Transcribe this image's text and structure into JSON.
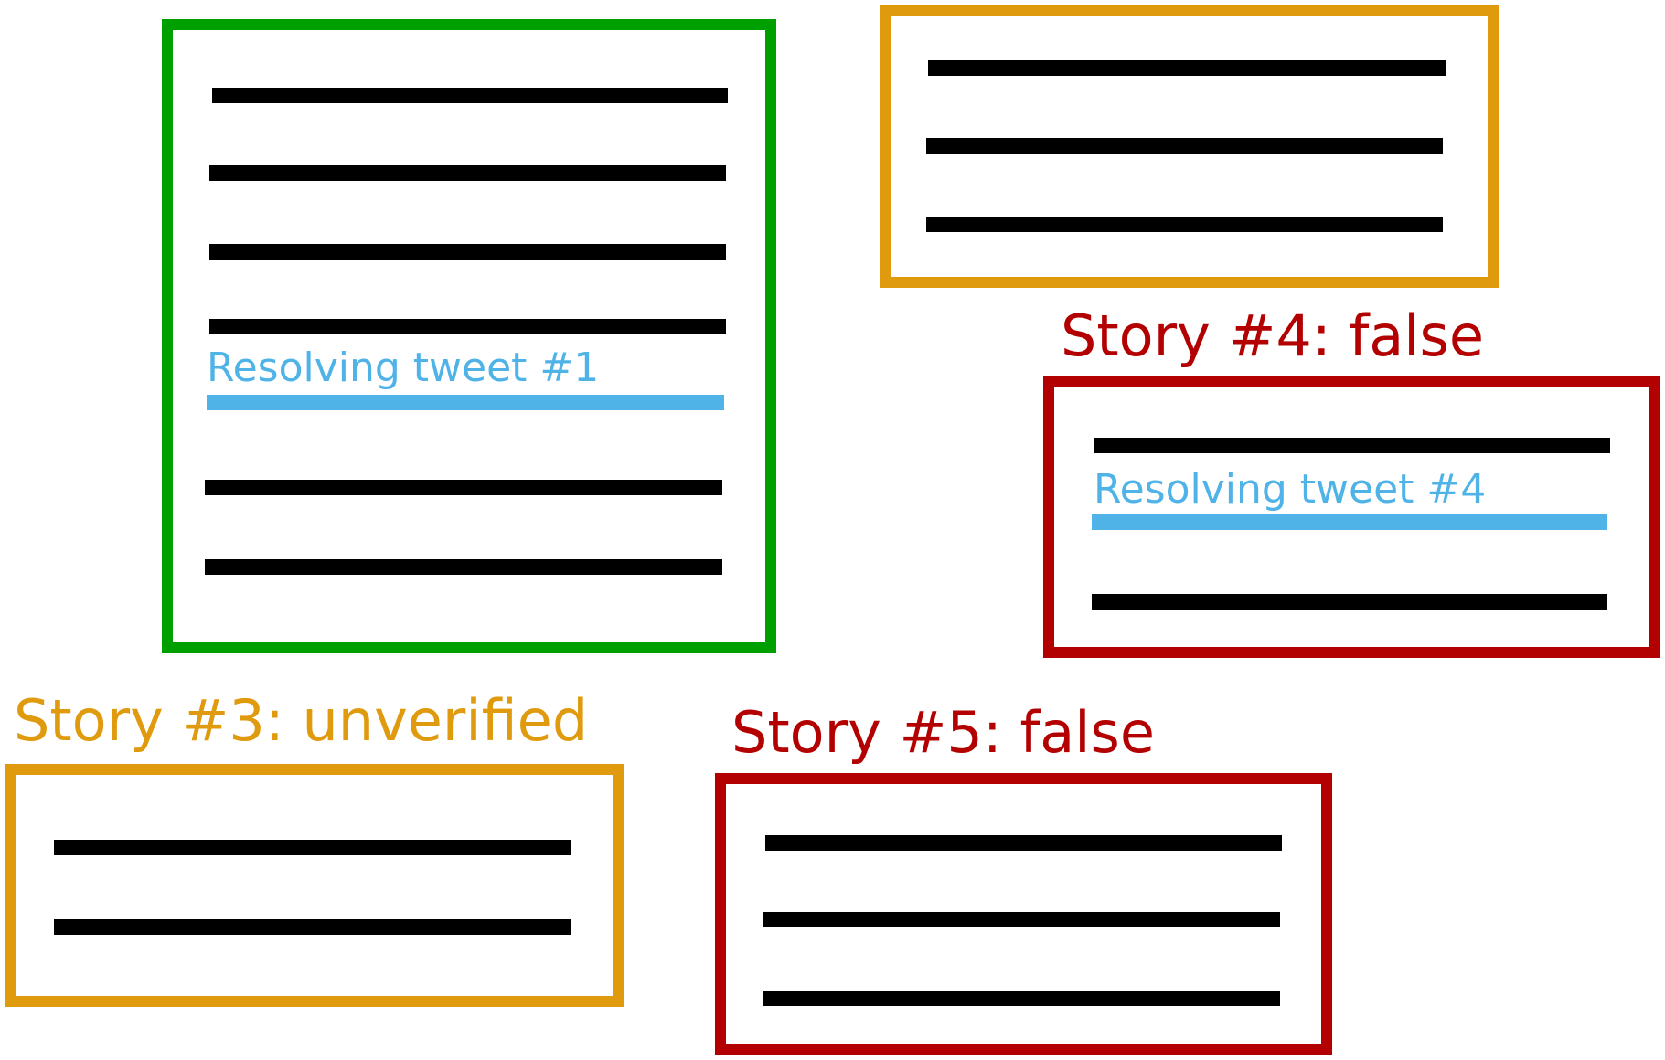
{
  "colors": {
    "true": "#009f00",
    "unverified": "#e09a0d",
    "false": "#b30000",
    "tweet": "#000000",
    "resolving_tweet": "#4fb3e8"
  },
  "stories": [
    {
      "id": "story-1",
      "verdict": "true",
      "label": "",
      "resolving_tweet_label": "Resolving tweet #1"
    },
    {
      "id": "story-2",
      "verdict": "unverified",
      "label": ""
    },
    {
      "id": "story-3",
      "verdict": "unverified",
      "label": "Story #3: unverified"
    },
    {
      "id": "story-4",
      "verdict": "false",
      "label": "Story #4: false",
      "resolving_tweet_label": "Resolving tweet #4"
    },
    {
      "id": "story-5",
      "verdict": "false",
      "label": "Story #5: false"
    }
  ]
}
